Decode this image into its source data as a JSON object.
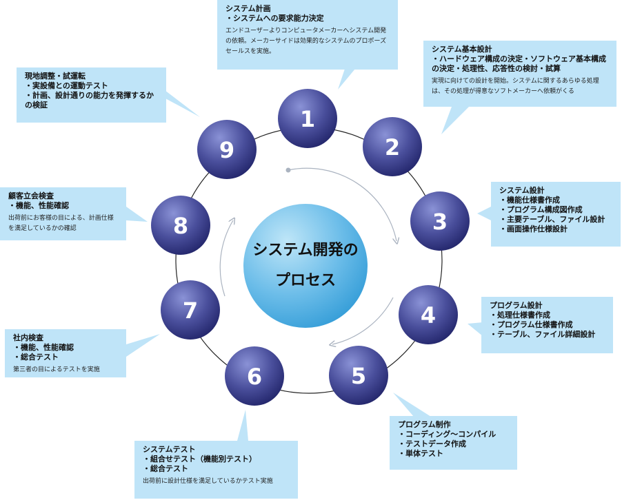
{
  "center": {
    "line1": "システム開発の",
    "line2": "プロセス"
  },
  "colors": {
    "callout_bg": "#bfe4f8",
    "node_dark": "#2b2f7a",
    "node_light": "#8a92d6",
    "center_light": "#9fd6f2",
    "center_dark": "#2f9ad6"
  },
  "steps": [
    {
      "number": "1",
      "title": "システム計画",
      "items": [
        "システムへの要求能力決定"
      ],
      "description": "エンドユーザーよりコンピュータメーカーへシステム開発の依頼。メーカーサイドは効果的なシステムのプロポーズセールスを実施。"
    },
    {
      "number": "2",
      "title": "システム基本設計",
      "items": [
        "ハードウェア構成の決定・ソフトウェア基本構成の決定・処理性、応答性の検討・試算"
      ],
      "description": "実現に向けての設計を開始。システムに関するあらゆる処理は、その処理が得意なソフトメーカーへ依頼がくる"
    },
    {
      "number": "3",
      "title": "システム設計",
      "items": [
        "機能仕様書作成",
        "プログラム構成図作成",
        "主要テーブル、ファイル設計",
        "画面操作仕様設計"
      ],
      "description": ""
    },
    {
      "number": "4",
      "title": "プログラム設計",
      "items": [
        "処理仕様書作成",
        "プログラム仕様書作成",
        "テーブル、ファイル詳細設計"
      ],
      "description": ""
    },
    {
      "number": "5",
      "title": "プログラム制作",
      "items": [
        "コーディング～コンパイル",
        "テストデータ作成",
        "単体テスト"
      ],
      "description": ""
    },
    {
      "number": "6",
      "title": "システムテスト",
      "items": [
        "組合せテスト（機能別テスト）",
        "総合テスト"
      ],
      "description": "出荷前に設計仕様を満足しているかテスト実施"
    },
    {
      "number": "7",
      "title": "社内検査",
      "items": [
        "機能、性能確認",
        "総合テスト"
      ],
      "description": "第三者の目によるテストを実施"
    },
    {
      "number": "8",
      "title": "顧客立会検査",
      "items": [
        "機能、性能確認"
      ],
      "description": "出荷前にお客様の目による、計画仕様を満足しているかの確認"
    },
    {
      "number": "9",
      "title": "現地調整・試運転",
      "items": [
        "実設備との運動テスト",
        "計画、設計通りの能力を発揮するかの検証"
      ],
      "description": ""
    }
  ]
}
